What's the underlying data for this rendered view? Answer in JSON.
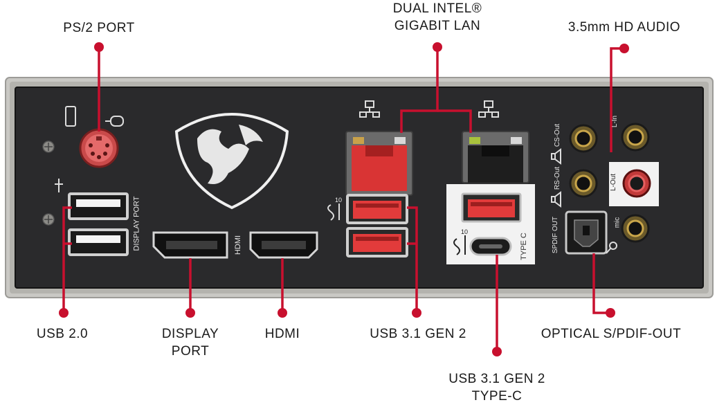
{
  "labels": {
    "ps2": "PS/2 PORT",
    "lan_line1": "DUAL INTEL®",
    "lan_line2": "GIGABIT LAN",
    "audio": "3.5mm HD AUDIO",
    "usb20": "USB 2.0",
    "dp_line1": "DISPLAY",
    "dp_line2": "PORT",
    "hdmi": "HDMI",
    "usb31": "USB 3.1 GEN 2",
    "typec_line1": "USB 3.1 GEN 2",
    "typec_line2": "TYPE-C",
    "optical": "OPTICAL S/PDIF-OUT"
  },
  "silkscreen": {
    "display_port": "DISPLAY PORT",
    "hdmi": "HDMI",
    "type_c": "TYPE C",
    "spdif_out": "SPDIF OUT",
    "cs_out": "CS-Out",
    "rs_out": "RS-Out",
    "l_in": "L-In",
    "l_out": "L-Out",
    "mic": "mic",
    "ss10_a": "10",
    "ss10_b": "10"
  },
  "colors": {
    "callout": "#c8102e",
    "plate": "#2a2a2c",
    "frame": "#bdbcb8",
    "port_red": "#e23b3b"
  }
}
